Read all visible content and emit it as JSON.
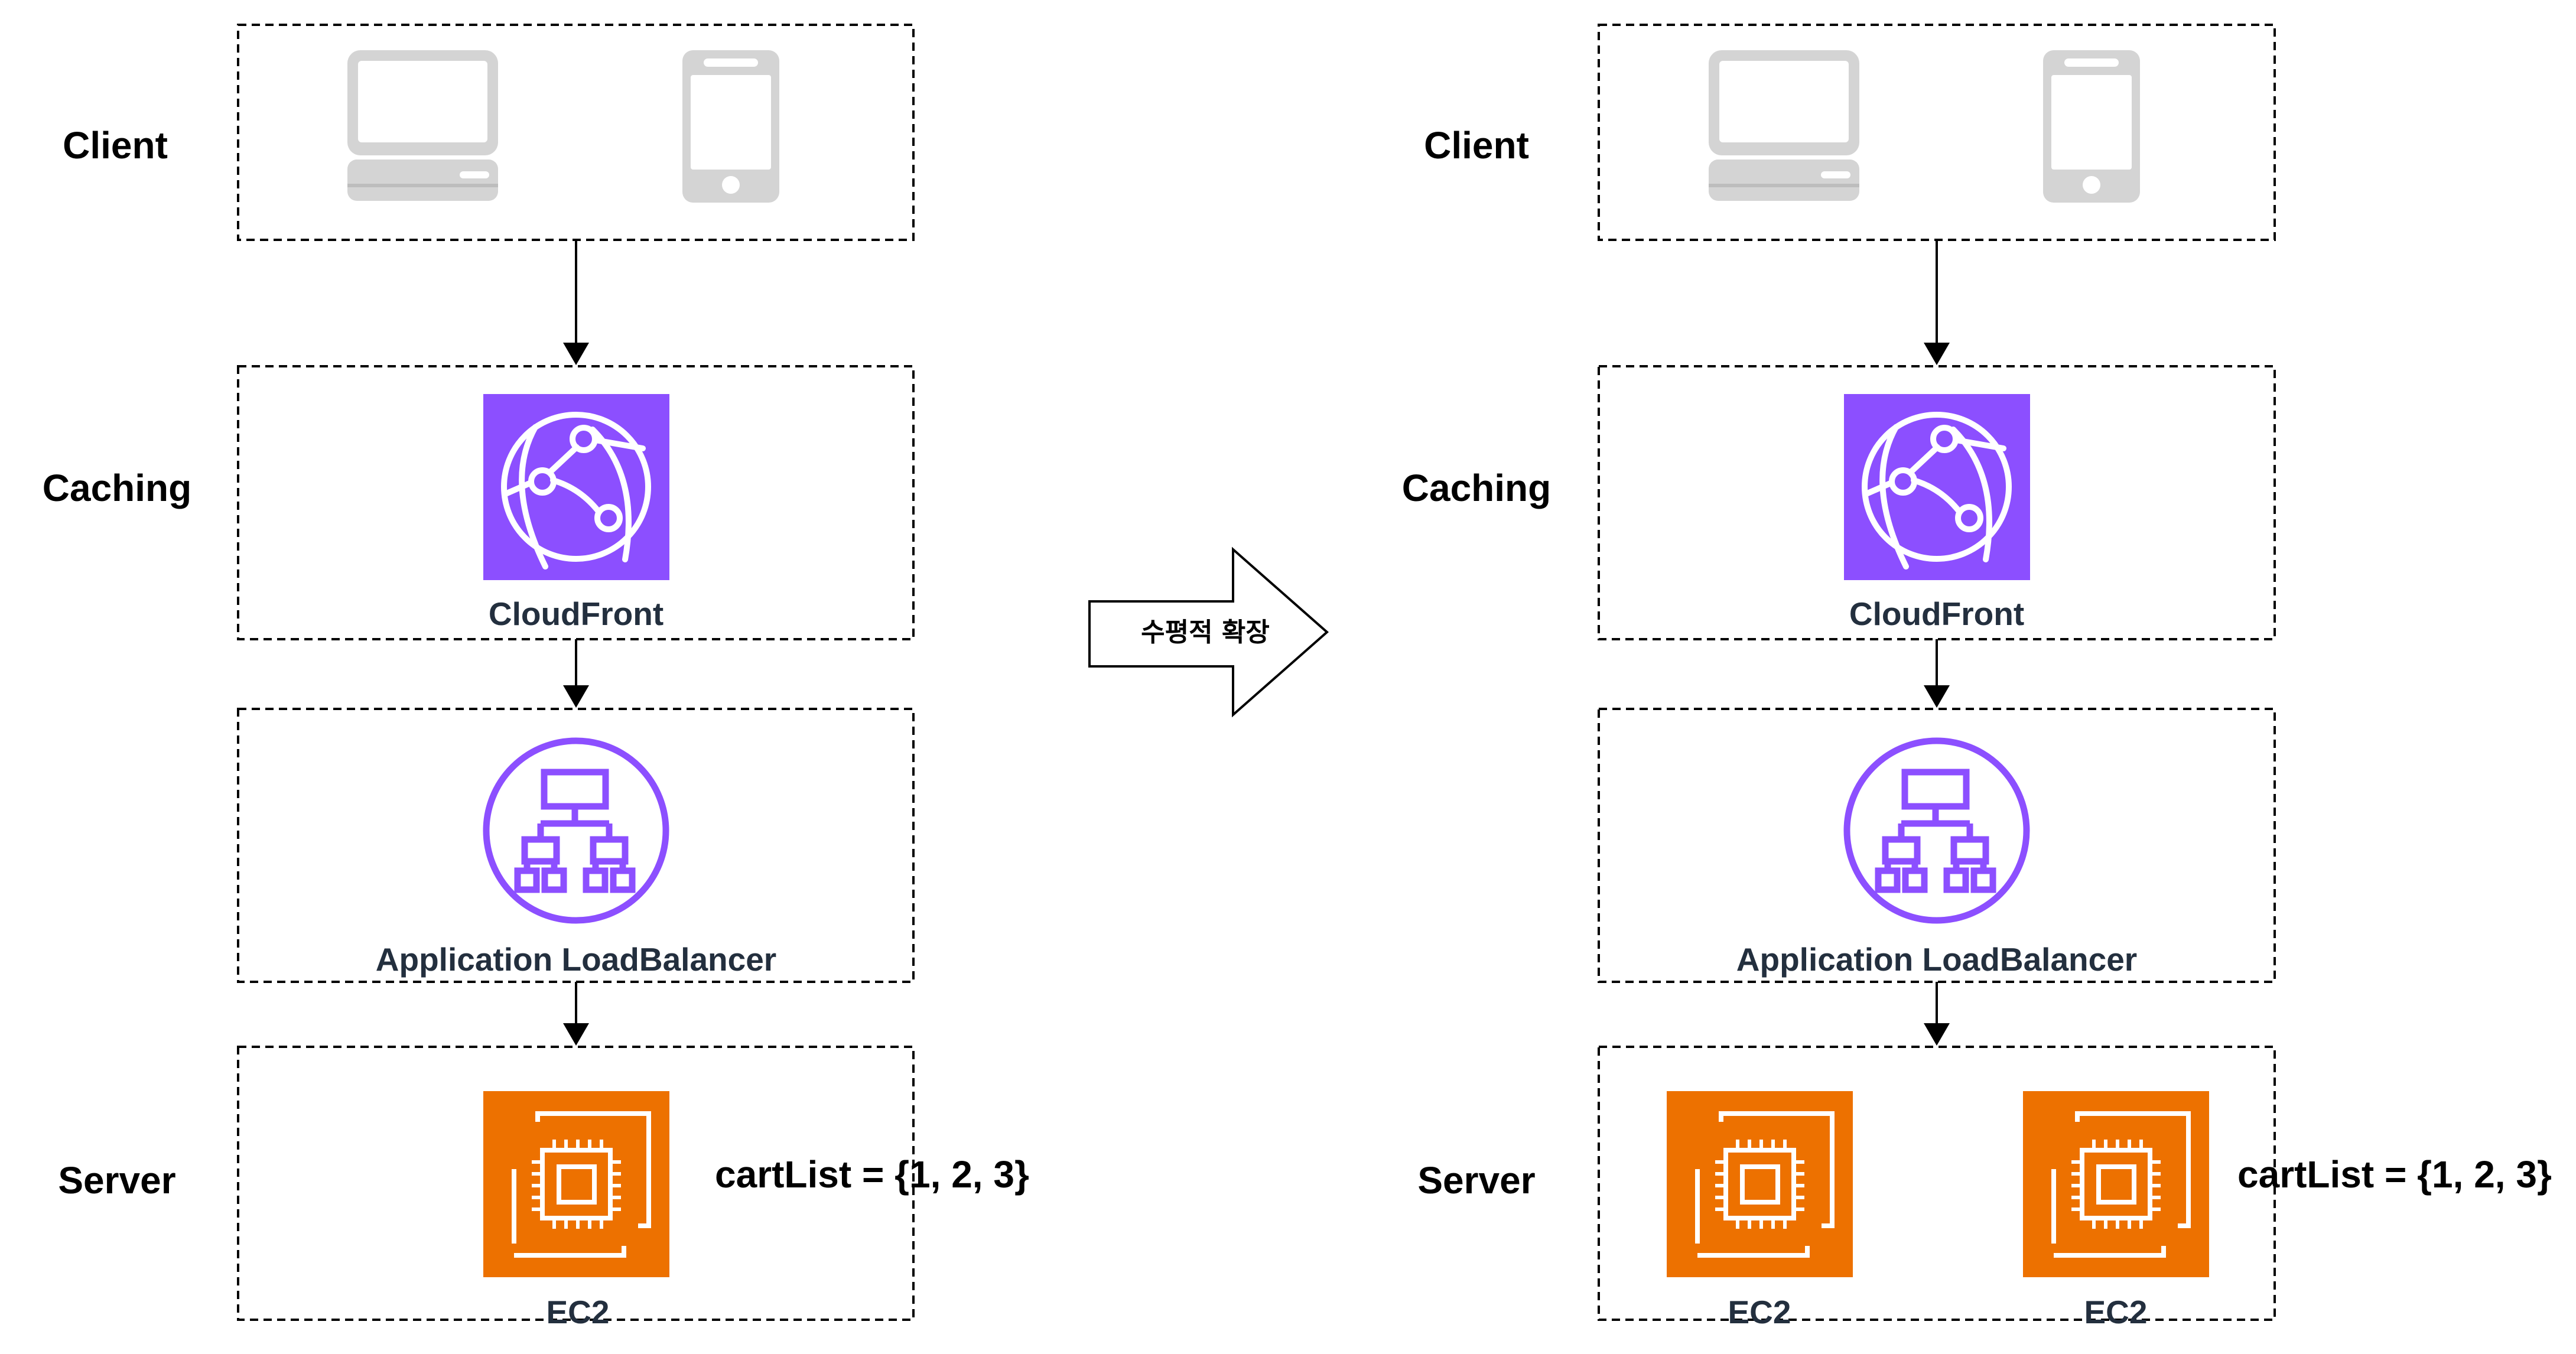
{
  "before": {
    "tiers": {
      "client": "Client",
      "caching": "Caching",
      "server": "Server"
    },
    "services": {
      "cloudfront": "CloudFront",
      "alb": "Application LoadBalancer",
      "ec2": "EC2"
    },
    "cart": "cartList = {1, 2, 3}"
  },
  "transition": {
    "label": "수평적 확장"
  },
  "after": {
    "tiers": {
      "client": "Client",
      "caching": "Caching",
      "server": "Server"
    },
    "services": {
      "cloudfront": "CloudFront",
      "alb": "Application LoadBalancer",
      "ec2_1": "EC2",
      "ec2_2": "EC2"
    },
    "cart": "cartList = {1, 2, 3}"
  },
  "colors": {
    "cloudfront": "#8c4fff",
    "alb": "#8c4fff",
    "ec2": "#ed7100",
    "device": "#d4d4d4",
    "device_dark": "#b0b0b0"
  },
  "icons": {
    "desktop": "desktop-computer-icon",
    "phone": "mobile-phone-icon",
    "cloudfront": "cloudfront-globe-icon",
    "alb": "load-balancer-icon",
    "ec2": "ec2-chip-icon"
  }
}
